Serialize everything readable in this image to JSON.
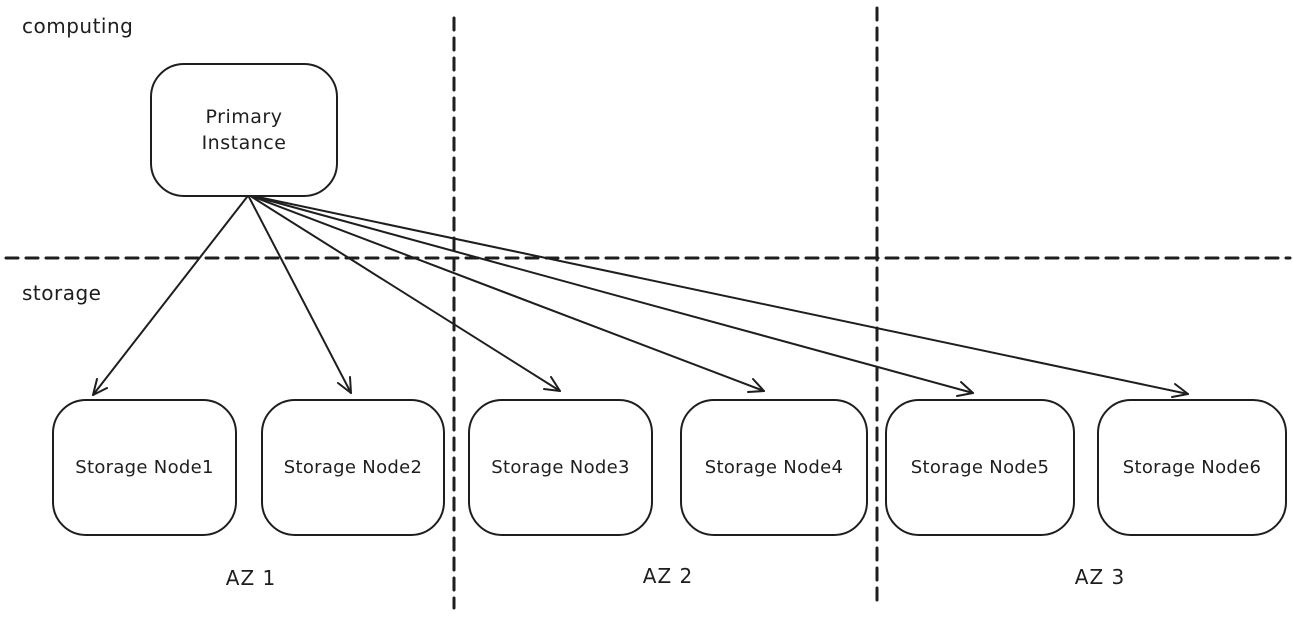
{
  "canvas": {
    "background": "#ffffff",
    "stroke_color": "#1e1e1e"
  },
  "regions": {
    "computing": {
      "label": "computing"
    },
    "storage": {
      "label": "storage"
    }
  },
  "primary_instance": {
    "label": "Primary Instance",
    "lines": [
      "Primary",
      "Instance"
    ]
  },
  "storage_nodes": [
    {
      "label": "Storage Node1",
      "zone": "AZ 1"
    },
    {
      "label": "Storage Node2",
      "zone": "AZ 1"
    },
    {
      "label": "Storage Node3",
      "zone": "AZ 2"
    },
    {
      "label": "Storage Node4",
      "zone": "AZ 2"
    },
    {
      "label": "Storage Node5",
      "zone": "AZ 3"
    },
    {
      "label": "Storage Node6",
      "zone": "AZ 3"
    }
  ],
  "availability_zones": [
    {
      "label": "AZ 1"
    },
    {
      "label": "AZ 2"
    },
    {
      "label": "AZ 3"
    }
  ],
  "edges": [
    {
      "from": "Primary Instance",
      "to": "Storage Node1"
    },
    {
      "from": "Primary Instance",
      "to": "Storage Node2"
    },
    {
      "from": "Primary Instance",
      "to": "Storage Node3"
    },
    {
      "from": "Primary Instance",
      "to": "Storage Node4"
    },
    {
      "from": "Primary Instance",
      "to": "Storage Node5"
    },
    {
      "from": "Primary Instance",
      "to": "Storage Node6"
    }
  ]
}
